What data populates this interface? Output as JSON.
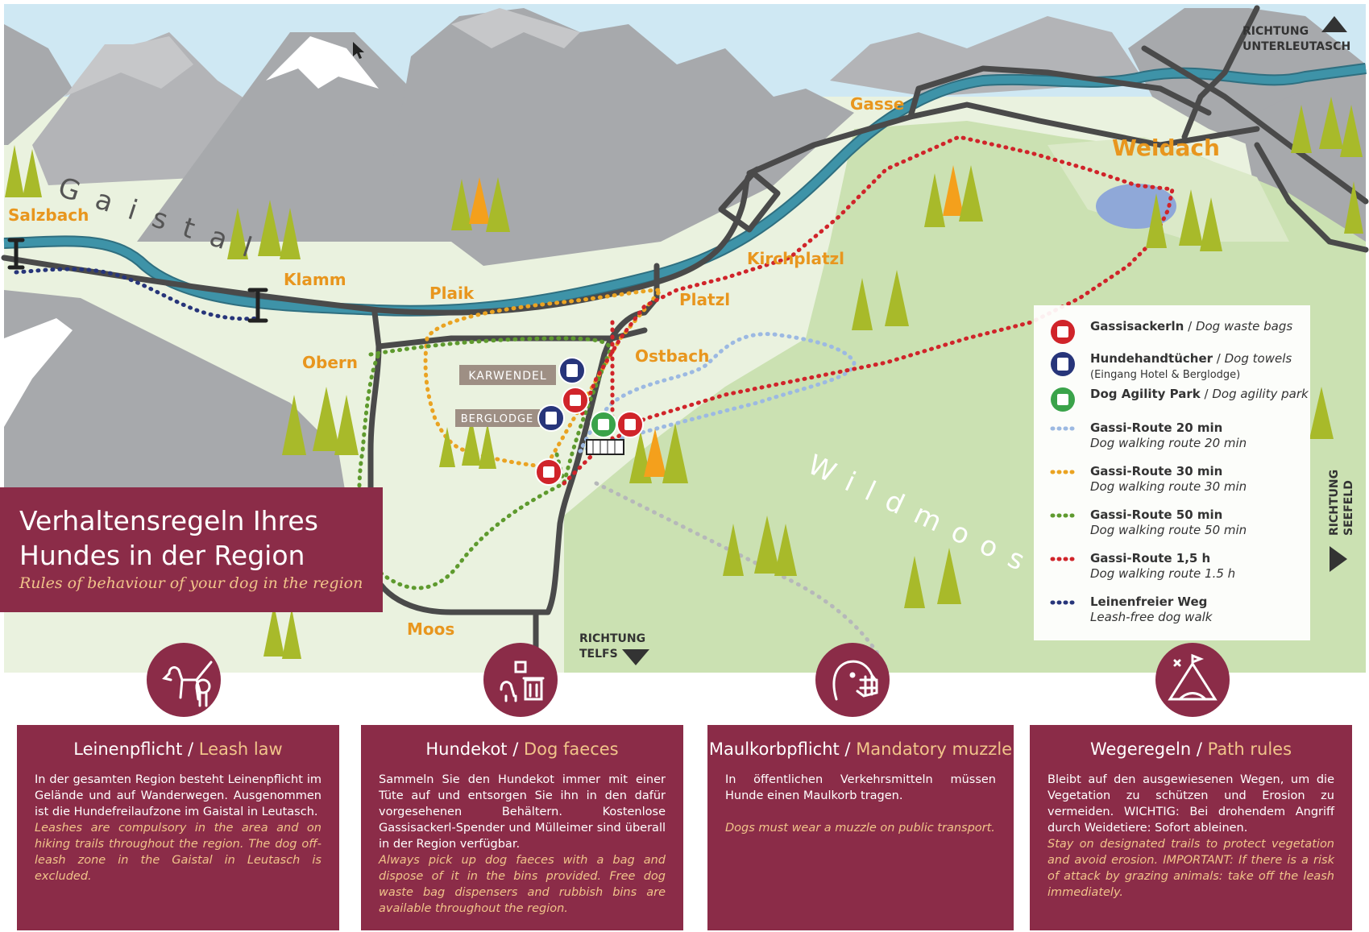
{
  "map": {
    "places": {
      "gaistal": "Gaistal",
      "salzbach": "Salzbach",
      "klamm": "Klamm",
      "plaik": "Plaik",
      "gasse": "Gasse",
      "weidach": "Weidach",
      "kirchplatzl": "Kirchplatzl",
      "platzl": "Platzl",
      "ostbach": "Ostbach",
      "obern": "Obern",
      "moos": "Moos",
      "wildmoos": "Wildmoos"
    },
    "directions": {
      "unterleutasch_1": "RICHTUNG",
      "unterleutasch_2": "UNTERLEUTASCH",
      "seefeld_1": "RICHTUNG",
      "seefeld_2": "SEEFELD",
      "telfs_1": "RICHTUNG",
      "telfs_2": "TELFS"
    },
    "hotels": {
      "karwendel": "KARWENDEL",
      "berglodge": "BERGLODGE"
    },
    "colors": {
      "mountain": "#a7a9ac",
      "snow": "#ffffff",
      "sky": "#cfe8f3",
      "valley": "#eaf2df",
      "meadow": "#cbe1b2",
      "river": "#3e93a8",
      "road": "#4a4a4a",
      "label": "#e8961e",
      "brand": "#8b2c48",
      "route20": "#9cb9e2",
      "route30": "#eaa322",
      "route50": "#5e9a2e",
      "route15h": "#d0242a",
      "leashfree": "#27357a"
    }
  },
  "title": {
    "line1": "Verhaltensregeln Ihres",
    "line2": "Hundes in der Region",
    "subtitle": "Rules of behaviour of your dog in the region"
  },
  "legend": [
    {
      "icon": "dog-waste-bag-icon",
      "de": "Gassisackerln",
      "sep": " / ",
      "en": "Dog waste bags",
      "note": ""
    },
    {
      "icon": "dog-towel-icon",
      "de": "Hundehandtücher",
      "sep": "  / ",
      "en": "Dog towels",
      "note": "(Eingang Hotel & Berglodge)"
    },
    {
      "icon": "dog-agility-icon",
      "de": "Dog Agility Park",
      "sep": " / ",
      "en": "Dog agility park",
      "note": ""
    },
    {
      "icon": "route-20-line",
      "de": "Gassi-Route 20 min",
      "en": "Dog walking route 20 min"
    },
    {
      "icon": "route-30-line",
      "de": "Gassi-Route 30 min",
      "en": "Dog walking route 30 min"
    },
    {
      "icon": "route-50-line",
      "de": "Gassi-Route 50 min",
      "en": "Dog walking route 50 min"
    },
    {
      "icon": "route-15h-line",
      "de": "Gassi-Route 1,5 h",
      "en": "Dog walking route 1.5 h"
    },
    {
      "icon": "leash-free-line",
      "de": "Leinenfreier Weg",
      "en": "Leash-free dog walk"
    }
  ],
  "cards": [
    {
      "icon": "leashed-dog-icon",
      "title_de": "Leinenpflicht",
      "sep": " / ",
      "title_en": "Leash law",
      "text_de": "In der gesamten Region besteht Leinenpflicht im Gelände und auf Wanderwegen. Ausgenommen ist die Hundefreilaufzone im Gaistal in Leutasch.",
      "text_en": "Leashes are compulsory in the area and on hiking trails throughout the region. The dog off-leash zone in the Gaistal in Leutasch is excluded."
    },
    {
      "icon": "dog-faeces-bin-icon",
      "title_de": "Hundekot",
      "sep": " / ",
      "title_en": "Dog faeces",
      "text_de": "Sammeln Sie den Hundekot immer mit einer Tüte auf und entsorgen Sie ihn in den dafür vorgesehenen Behältern. Kostenlose Gassisackerl-Spender und Mülleimer sind überall in der Region verfügbar.",
      "text_en": "Always pick up dog faeces with a bag and dispose of it in the bins provided. Free dog waste bag dispensers and rubbish bins are available throughout the region."
    },
    {
      "icon": "dog-muzzle-icon",
      "title_de": "Maulkorbpflicht",
      "sep": " / ",
      "title_en": "Mandatory muzzle",
      "text_de": "In öffentlichen Verkehrsmitteln müssen Hunde einen Maulkorb tragen.",
      "text_en": "Dogs must wear a muzzle on public transport."
    },
    {
      "icon": "path-rules-icon",
      "title_de": "Wegeregeln",
      "sep": " / ",
      "title_en": "Path rules",
      "text_de": "Bleibt auf den ausgewiesenen Wegen, um die Vegetation zu schützen und Erosion zu vermeiden. WICHTIG: Bei drohendem Angriff durch Weidetiere: Sofort ableinen.",
      "text_en": "Stay on designated trails to protect vegetation and avoid erosion. IMPORTANT: If there is a risk of attack by grazing animals: take off the leash immediately."
    }
  ]
}
